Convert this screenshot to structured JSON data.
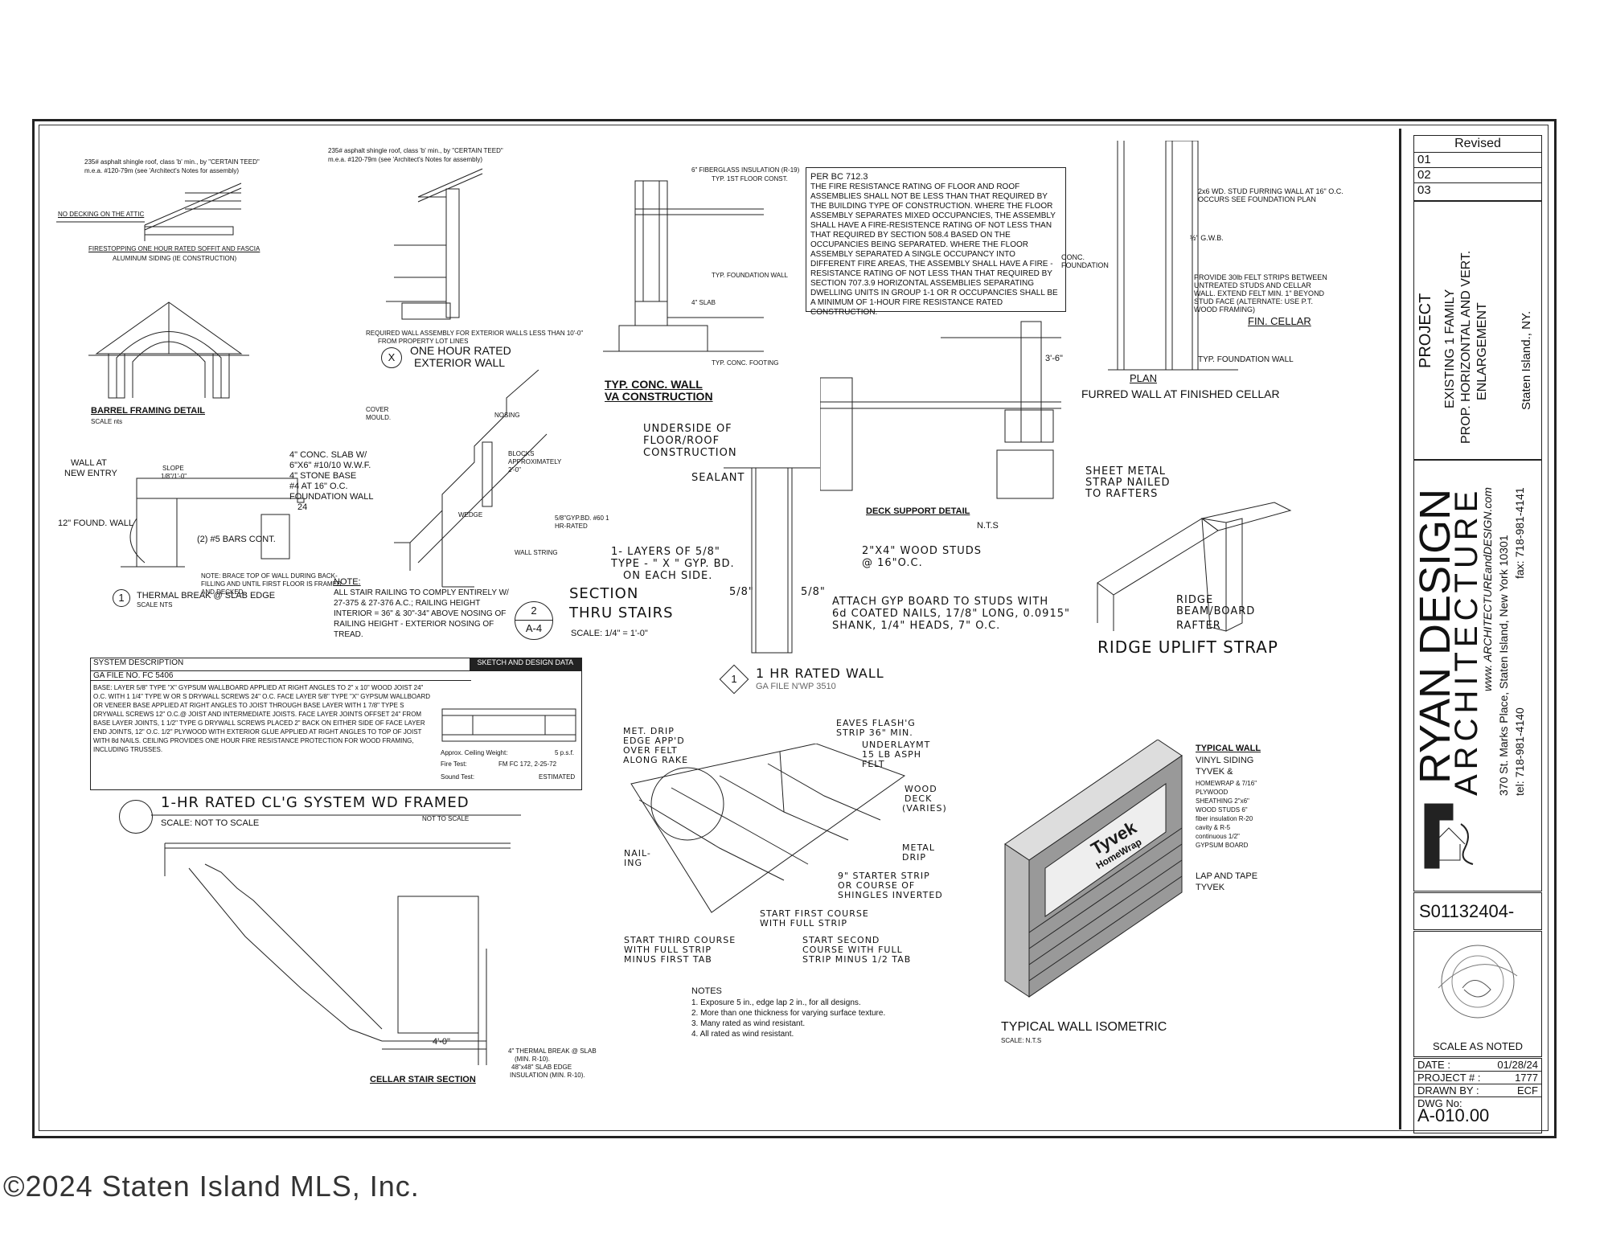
{
  "colors": {
    "ink": "#111111",
    "paper": "#ffffff",
    "tyvek_blue": "#1a1a1a"
  },
  "watermark": "©2024 Staten Island MLS, Inc.",
  "title_block": {
    "revised": "Revised",
    "revisions": [
      "01",
      "02",
      "03"
    ],
    "project_label": "PROJECT",
    "project_line1": "EXISTING 1 FAMILY",
    "project_line2": "PROP. HORIZONTAL AND VERT.",
    "project_line3": "ENLARGEMENT",
    "location": "Staten Island., NY.",
    "firm_name": "RYAN DESIGN",
    "firm_sub": "ARCHITECTURE",
    "firm_web": "www. ARCHITECTUREandDESIGN.com",
    "firm_address": "370 St. Marks Place, Staten Island, New York 10301",
    "firm_tel": "tel: 718-981-4140",
    "firm_fax": "fax: 718-981-4141",
    "sheet_id": "S01132404-",
    "scale": "SCALE AS NOTED",
    "date_label": "DATE :",
    "date": "01/28/24",
    "project_no_label": "PROJECT # :",
    "project_no": "1777",
    "drawn_by_label": "DRAWN BY :",
    "drawn_by": "ECF",
    "dwg_no_label": "DWG No:",
    "dwg_no": "A-010.00"
  },
  "roof_detail": {
    "note1": "235# asphalt shingle roof, class 'b' min., by \"CERTAIN TEED\"",
    "note2": "m.e.a. #120-79m (see 'Architect's Notes for assembly)",
    "caption1": "FIRESTOPPING ONE HOUR RATED SOFFIT AND FASCIA",
    "caption2": "ALUMINUM SIDING (IE CONSTRUCTION)",
    "no_decking": "NO DECKING ON THE ATTIC"
  },
  "exterior_wall": {
    "note1": "235# asphalt shingle roof, class 'b' min., by \"CERTAIN TEED\"",
    "note2": "m.e.a. #120-79m (see 'Architect's Notes for assembly)",
    "required": "REQUIRED WALL ASSEMBLY FOR EXTERIOR WALLS LESS THAN 10'-0\"",
    "required2": "FROM PROPERTY LOT LINES",
    "marker": "X",
    "title1": "ONE HOUR RATED",
    "title2": "EXTERIOR WALL"
  },
  "conc_wall": {
    "title1": "TYP. CONC. WALL",
    "title2": "VA CONSTRUCTION",
    "l1": "6\" FIBERGLASS INSULATION (R-19)",
    "l2": "TYP. 1ST FLOOR CONST.",
    "l3": "TYP. FOUNDATION WALL",
    "l4": "TYP. CONC. FOOTING",
    "l5": "4\" SLAB"
  },
  "fire_note": {
    "ref": "PER BC 712.3",
    "text": "THE FIRE RESISTANCE RATING OF FLOOR AND ROOF ASSEMBLIES SHALL NOT BE LESS THAN THAT REQUIRED BY THE BUILDING TYPE OF CONSTRUCTION. WHERE THE FLOOR ASSEMBLY SEPARATES MIXED OCCUPANCIES, THE ASSEMBLY SHALL HAVE A FIRE-RESISTENCE RATING OF NOT LESS THAN THAT REQUIRED BY SECTION 508.4 BASED ON THE OCCUPANCIES BEING SEPARATED. WHERE THE FLOOR ASSEMBLY SEPARATED A SINGLE OCCUPANCY INTO DIFFERENT FIRE AREAS, THE ASSEMBLY SHALL HAVE A FIRE -RESISTANCE RATING OF NOT LESS THAN THAT REQUIRED BY SECTION 707.3.9 HORIZONTAL ASSEMBLIES SEPARATING DWELLING UNITS IN GROUP 1-1 OR R OCCUPANCIES SHALL BE A MINIMUM OF 1-HOUR FIRE RESISTANCE RATED CONSTRUCTION."
  },
  "furred_wall": {
    "plan": "PLAN",
    "title": "FURRED WALL AT FINISHED CELLAR",
    "n1": "2x6 WD. STUD FURRING WALL AT 16\" O.C. OCCURS SEE FOUNDATION PLAN",
    "n2": "½\" G.W.B.",
    "n3": "PROVIDE 30lb FELT STRIPS BETWEEN UNTREATED STUDS AND CELLAR WALL. EXTEND FELT MIN. 1\" BEYOND STUD FACE (ALTERNATE: USE P.T. WOOD FRAMING)",
    "conc": "CONC. FOUNDATION",
    "fin": "FIN. CELLAR",
    "typ": "TYP. FOUNDATION WALL"
  },
  "barrel": {
    "title": "BARREL FRAMING DETAIL",
    "scale": "SCALE nts"
  },
  "thermal": {
    "wall_at": "WALL AT",
    "new_entry": "NEW ENTRY",
    "slope": "SLOPE",
    "slope_val": "1/8\"/1'-0\"",
    "conc_slab": "4\" CONC. SLAB W/",
    "wwf": "6\"X6\" #10/10 W.W.F.",
    "stone": "4\" STONE BASE",
    "bars": "#4 AT 16\" O.C.",
    "found": "FOUNDATION WALL",
    "found_dim": "24",
    "found12": "12\" FOUND. WALL",
    "bars_cont": "(2) #5 BARS CONT.",
    "note": "NOTE: BRACE TOP OF WALL DURING BACK-FILLING AND UNTIL FIRST FLOOR IS FRAMED AND DECKED.",
    "num": "1",
    "title": "THERMAL BREAK @ SLAB EDGE",
    "scale": "SCALE NTS"
  },
  "stairs": {
    "cover": "COVER MOULD.",
    "nosing": "NOSING",
    "blocks": "BLOCKS APPROXIMATELY 2'-0\"",
    "wedge": "WEDGE",
    "gyp": "5/8\"GYP.BD. #60 1 HR-RATED",
    "string": "WALL STRING",
    "note_h": "NOTE:",
    "note": "ALL STAIR RAILING TO COMPLY ENTIRELY W/ 27-375 & 27-376 A.C.; RAILING HEIGHT INTERIOR = 36\" & 30\"-34\" ABOVE NOSING OF RAILING HEIGHT - EXTERIOR NOSING OF TREAD.",
    "num": "2",
    "sheet": "A-4",
    "title1": "SECTION",
    "title2": "THRU STAIRS",
    "scale": "SCALE: 1/4\" = 1'-0\""
  },
  "rated_wall": {
    "underside1": "UNDERSIDE OF",
    "underside2": "FLOOR/ROOF",
    "underside3": "CONSTRUCTION",
    "sealant": "SEALANT",
    "layers1": "1- LAYERS OF 5/8\"",
    "layers2": "TYPE - \" X \" GYP. BD.",
    "layers3": "ON EACH SIDE.",
    "studs1": "2\"X4\" WOOD STUDS",
    "studs2": "@ 16\"O.C.",
    "dim_l": "5/8\"",
    "dim_r": "5/8\"",
    "attach1": "ATTACH GYP BOARD TO STUDS WITH",
    "attach2": "6d COATED NAILS, 17/8\" LONG, 0.0915\"",
    "attach3": "SHANK, 1/4\" HEADS, 7\" O.C.",
    "num": "1",
    "title": "1 HR RATED WALL",
    "ga": "GA FILE N'WP 3510"
  },
  "deck": {
    "title": "DECK SUPPORT  DETAIL",
    "nts": "N.T.S",
    "dim": "3'-6\""
  },
  "ridge": {
    "sheet1": "SHEET METAL",
    "sheet2": "STRAP NAILED",
    "sheet3": "TO RAFTERS",
    "ridge1": "RIDGE",
    "ridge2": "BEAM/BOARD",
    "rafter": "RAFTER",
    "title": "RIDGE UPLIFT STRAP"
  },
  "ceiling": {
    "sys_desc": "SYSTEM DESCRIPTION",
    "sketch": "SKETCH AND DESIGN DATA",
    "ga": "GA FILE NO. FC 5406",
    "base": "BASE: LAYER 5/8\" TYPE \"X\" GYPSUM WALLBOARD APPLIED AT RIGHT ANGLES TO 2\" x 10\" WOOD JOIST 24\" O.C. WITH 1 1/4\" TYPE W OR S DRYWALL SCREWS 24\" O.C. FACE LAYER 5/8\" TYPE \"X\" GYPSUM WALLBOARD OR VENEER BASE APPLIED AT RIGHT ANGLES TO JOIST THROUGH BASE LAYER WITH 1 7/8\" TYPE S DRYWALL SCREWS 12\" O.C.@ JOIST AND INTERMEDIATE JOISTS. FACE LAYER JOINTS OFFSET 24\" FROM BASE LAYER JOINTS, 1 1/2\" TYPE G DRYWALL SCREWS PLACED 2\" BACK ON EITHER SIDE OF FACE LAYER END JOINTS, 12\" O.C. 1/2\" PLYWOOD WITH EXTERIOR GLUE APPLIED AT RIGHT ANGLES TO TOP OF JOIST WITH 8d NAILS. CEILING PROVIDES ONE HOUR FIRE RESISTANCE PROTECTION FOR WOOD FRAMING, INCLUDING TRUSSES.",
    "weight_l": "Approx. Ceiling Weight:",
    "weight": "5 p.s.f.",
    "fire_l": "Fire Test:",
    "fire": "FM FC 172, 2-25-72",
    "sound_l": "Sound Test:",
    "sound": "ESTIMATED",
    "title": "1-HR RATED CL'G SYSTEM WD FRAMED",
    "scale": "SCALE: NOT TO SCALE",
    "scale2": "NOT TO SCALE"
  },
  "cellar": {
    "title": "CELLAR STAIR SECTION",
    "dim": "4'-0\"",
    "thermal1": "4\" THERMAL BREAK @ SLAB",
    "thermal2": "(MIN. R-10).",
    "thermal3": "48\"x48\" SLAB EDGE",
    "thermal4": "INSULATION (MIN. R-10)."
  },
  "shingle": {
    "met1": "MET. DRIP",
    "met2": "EDGE APP'D",
    "met3": "OVER FELT",
    "met4": "ALONG RAKE",
    "eaves1": "EAVES FLASH'G",
    "eaves2": "STRIP 36\" MIN.",
    "under1": "UNDERLAYMT",
    "under2": "15 LB ASPH",
    "under3": "FELT",
    "wood1": "WOOD",
    "wood2": "DECK",
    "wood3": "(VARIES)",
    "metal1": "METAL",
    "metal2": "DRIP",
    "nail1": "NAIL-",
    "nail2": "ING",
    "starter1": "9\" STARTER STRIP",
    "starter2": "OR COURSE OF",
    "starter3": "SHINGLES INVERTED",
    "first1": "START FIRST COURSE",
    "first2": "WITH FULL STRIP",
    "third1": "START THIRD COURSE",
    "third2": "WITH FULL STRIP",
    "third3": "MINUS FIRST TAB",
    "second1": "START SECOND",
    "second2": "COURSE WITH FULL",
    "second3": "STRIP MINUS 1/2 TAB",
    "notes_h": "NOTES",
    "notes": [
      "1. Exposure 5 in., edge lap 2 in., for all designs.",
      "2. More than one thickness for varying surface texture.",
      "3. Many rated as wind resistant.",
      "4. All rated as wind resistant."
    ]
  },
  "iso": {
    "head": "TYPICAL WALL",
    "l1": "VINYL SIDING",
    "l2": "TYVEK &",
    "l3": "HOMEWRAP & 7/16\"",
    "l4": "PLYWOOD",
    "l5": "SHEATHING 2\"x6\"",
    "l6": "WOOD STUDS 6\"",
    "l7": "fiber insulation R-20",
    "l8": "cavity & R-5",
    "l9": "continuous 1/2\"",
    "l10": "GYPSUM BOARD",
    "lap1": "LAP AND TAPE",
    "lap2": "TYVEK",
    "brand": "Tyvek",
    "brand2": "HomeWrap",
    "title": "TYPICAL WALL ISOMETRIC",
    "scale": "SCALE: N.T.S"
  }
}
